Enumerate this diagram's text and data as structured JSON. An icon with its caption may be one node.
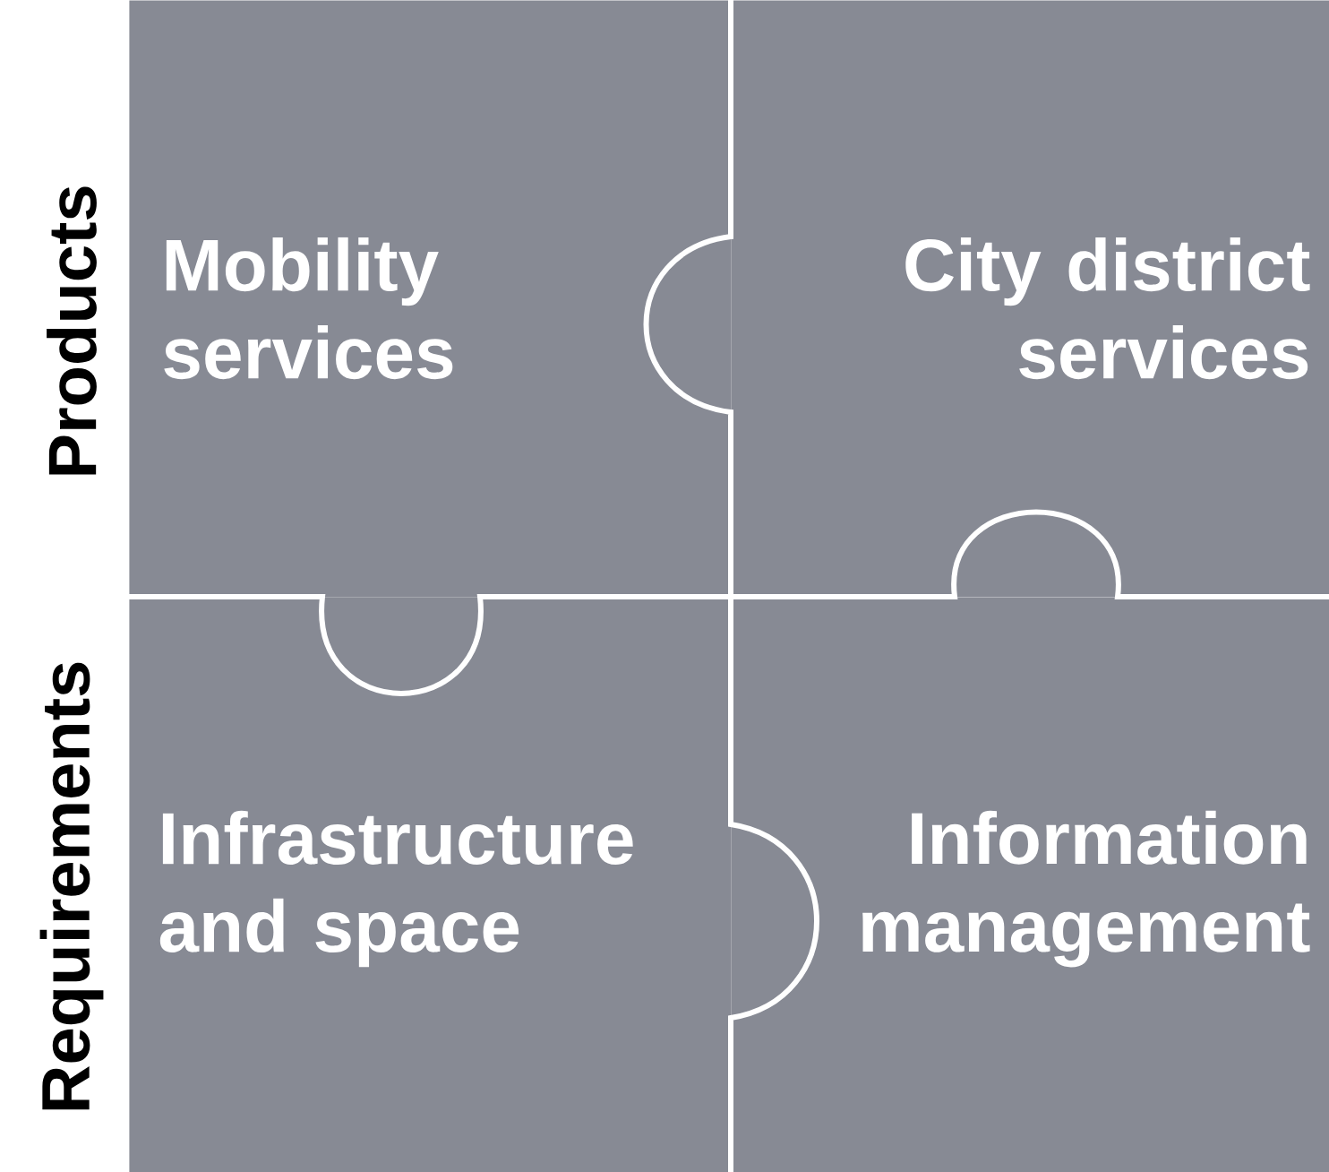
{
  "diagram": {
    "nodes": [
      {
        "text": [
          "Mobility services"
        ]
      },
      {
        "text": [
          "City district services"
        ]
      },
      {
        "text": [
          "Infrastructure and space"
        ]
      },
      {
        "text": [
          "Information management"
        ]
      }
    ],
    "labels": [
      "Products",
      "Requirements"
    ]
  }
}
